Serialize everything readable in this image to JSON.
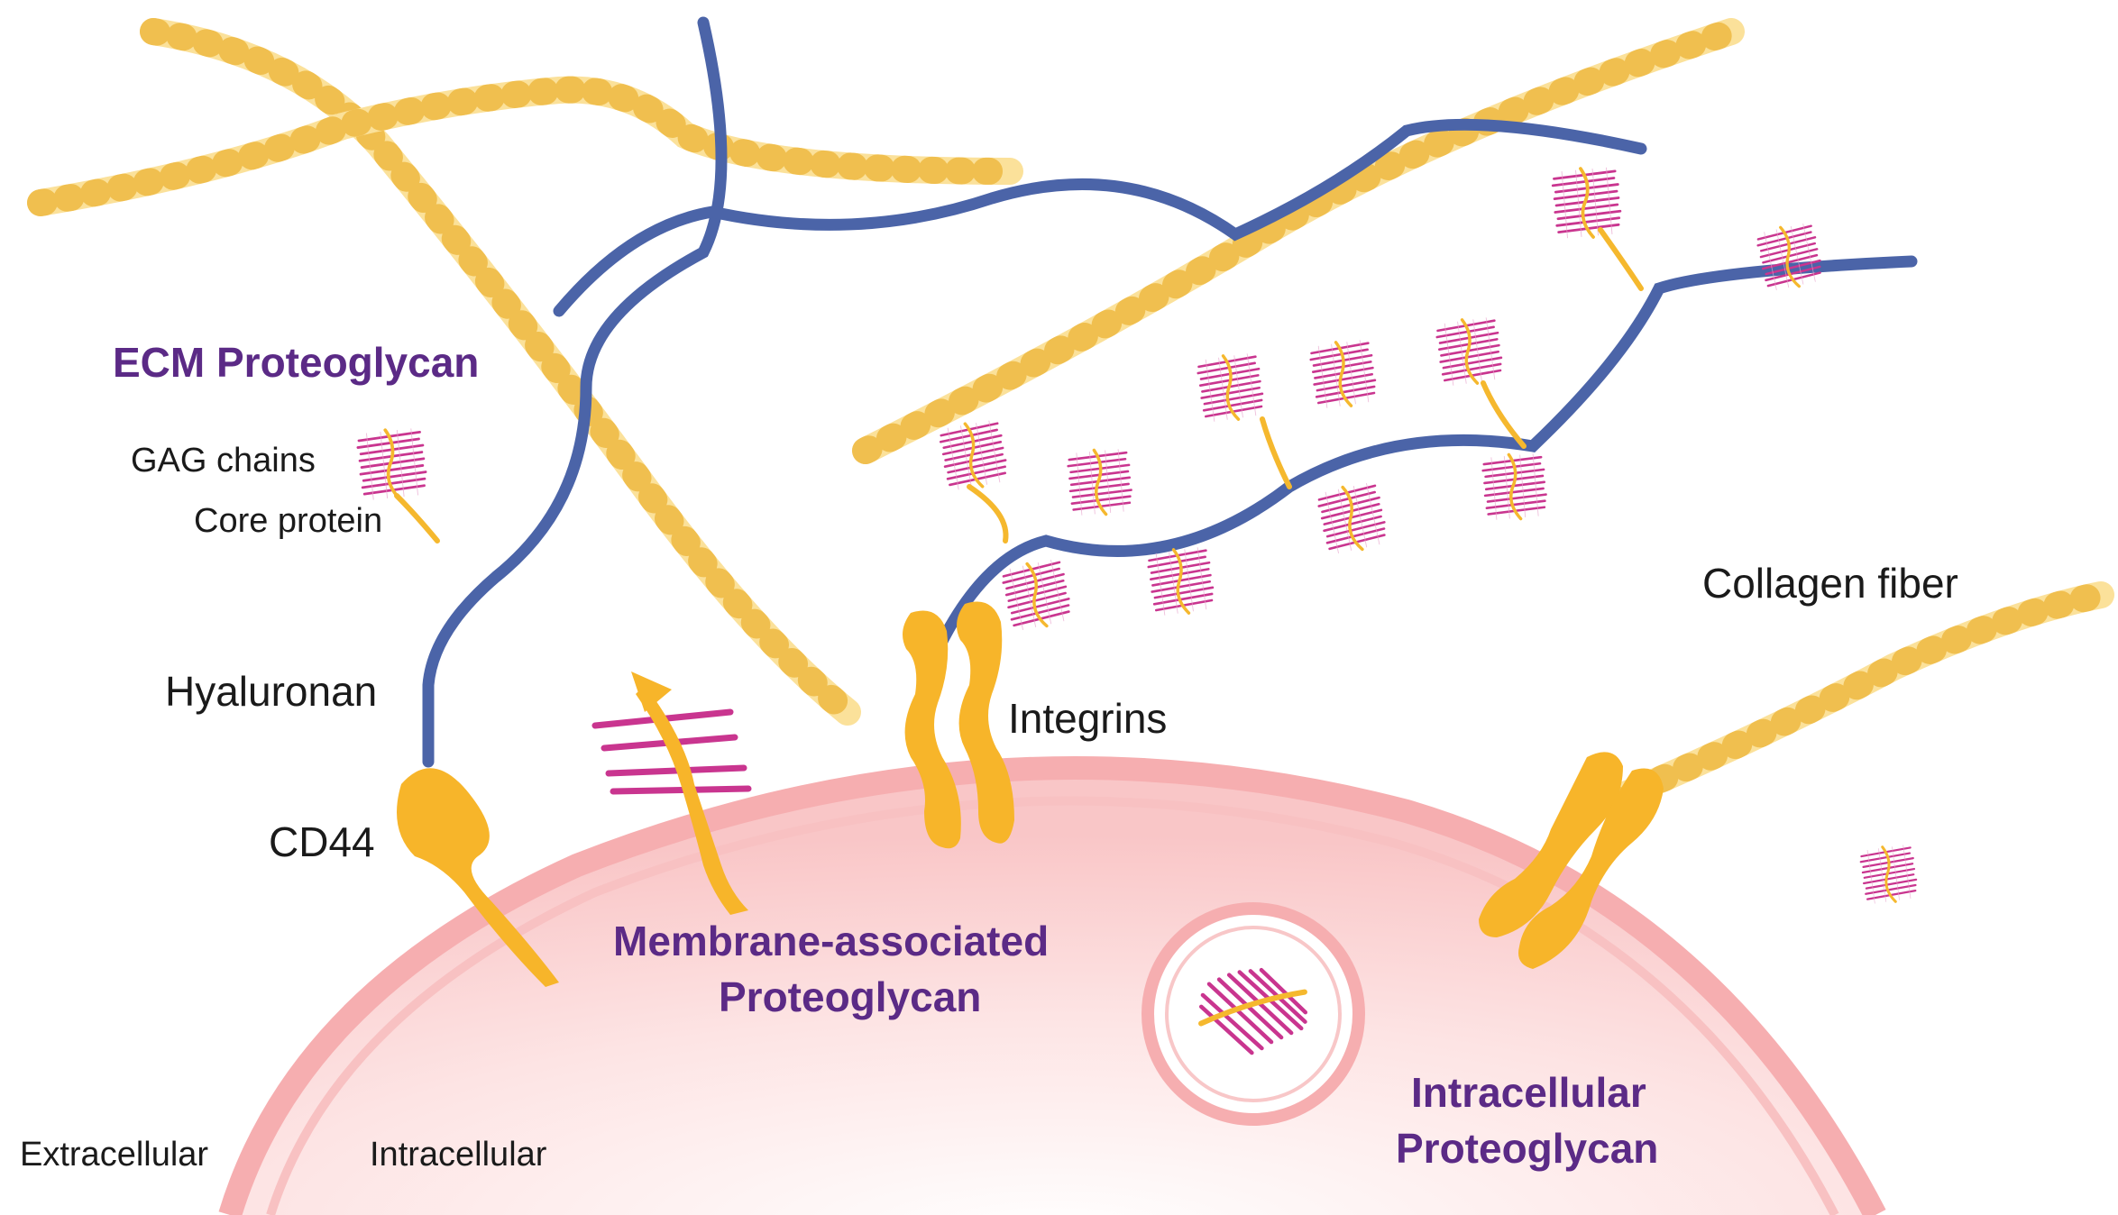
{
  "colors": {
    "collagen_fill": "#fbe19a",
    "collagen_stripe": "#f0bf4f",
    "hyaluronan": "#4b64a8",
    "gag": "#c9358f",
    "core": "#f5b82e",
    "receptor": "#f7b52a",
    "membrane": "#f7b9bb",
    "title_purple": "#5b2a86"
  },
  "labels": {
    "ecm_title": "ECM Proteoglycan",
    "gag_chains": "GAG chains",
    "core_protein": "Core protein",
    "hyaluronan": "Hyaluronan",
    "cd44": "CD44",
    "integrins": "Integrins",
    "collagen_fiber": "Collagen fiber",
    "membrane_title_1": "Membrane-associated",
    "membrane_title_2": "Proteoglycan",
    "intracellular_title_1": "Intracellular",
    "intracellular_title_2": "Proteoglycan",
    "extracellular": "Extracellular",
    "intracellular": "Intracellular"
  }
}
